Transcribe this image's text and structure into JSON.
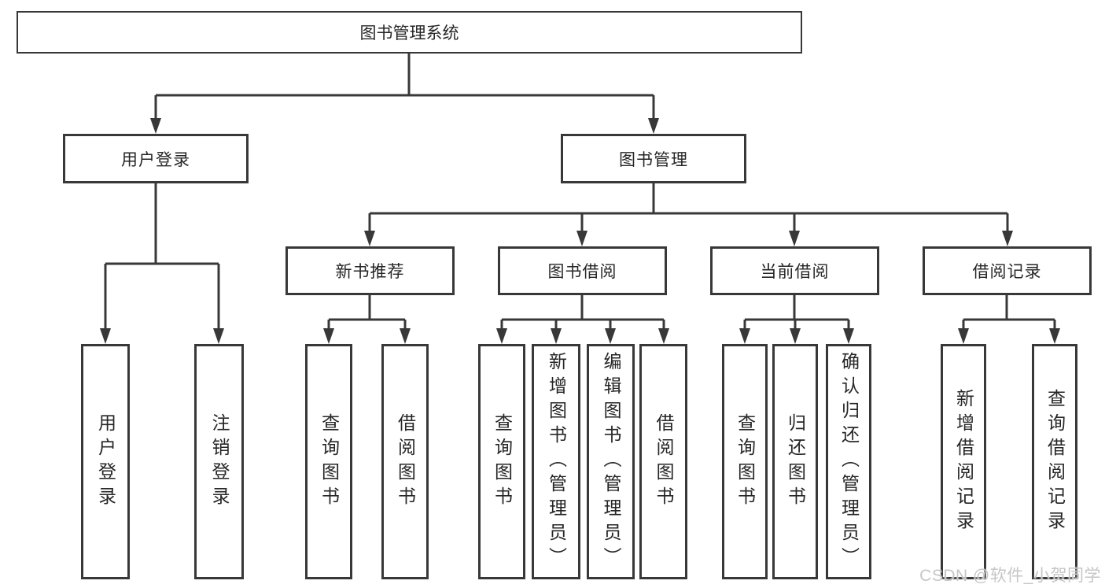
{
  "tree": {
    "label": "图书管理系统",
    "children": [
      {
        "label": "用户登录",
        "children": [
          {
            "label": "用户登录"
          },
          {
            "label": "注销登录"
          }
        ]
      },
      {
        "label": "图书管理",
        "children": [
          {
            "label": "新书推荐",
            "children": [
              {
                "label": "查询图书"
              },
              {
                "label": "借阅图书"
              }
            ]
          },
          {
            "label": "图书借阅",
            "children": [
              {
                "label": "查询图书"
              },
              {
                "label": "新增图书（管理员）"
              },
              {
                "label": "编辑图书（管理员）"
              },
              {
                "label": "借阅图书"
              }
            ]
          },
          {
            "label": "当前借阅",
            "children": [
              {
                "label": "查询图书"
              },
              {
                "label": "归还图书"
              },
              {
                "label": "确认归还（管理员）"
              }
            ]
          },
          {
            "label": "借阅记录",
            "children": [
              {
                "label": "新增借阅记录"
              },
              {
                "label": "查询借阅记录"
              }
            ]
          }
        ]
      }
    ]
  },
  "watermark": {
    "text": "CSDN @软件_小贺同学"
  },
  "colors": {
    "line": "#383838",
    "text": "#262626",
    "background": "#ffffff",
    "watermark": "#c6c6c6"
  }
}
